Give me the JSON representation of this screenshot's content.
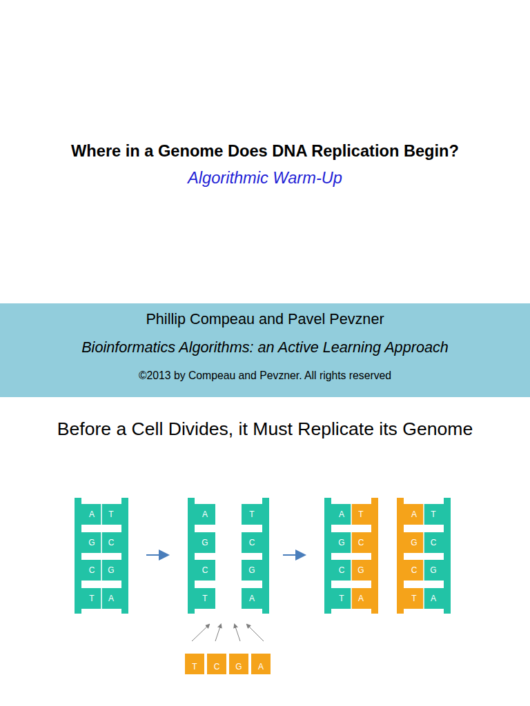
{
  "diagram": {
    "title": "Where in a Genome Does DNA Replication Begin?",
    "nodes": [
      {
        "text": [
          "Phillip Compeau and Pavel Pevzner",
          "Bioinformatics Algorithms: an Active Learning Approach",
          "©2013  by Compeau and Pevzner. All rights reserved"
        ]
      }
    ],
    "labels": [
      "Algorithmic Warm-Up",
      "Before a Cell Divides, it Must Replicate its Genome",
      "A",
      "T",
      "G",
      "C",
      "C",
      "G",
      "T",
      "A",
      "A",
      "T",
      "G",
      "C",
      "C",
      "G",
      "T",
      "A",
      "A",
      "T",
      "G",
      "C",
      "C",
      "G",
      "T",
      "A",
      "A",
      "T",
      "G",
      "C",
      "C",
      "G",
      "T",
      "A",
      "T",
      "C",
      "G",
      "A"
    ]
  }
}
